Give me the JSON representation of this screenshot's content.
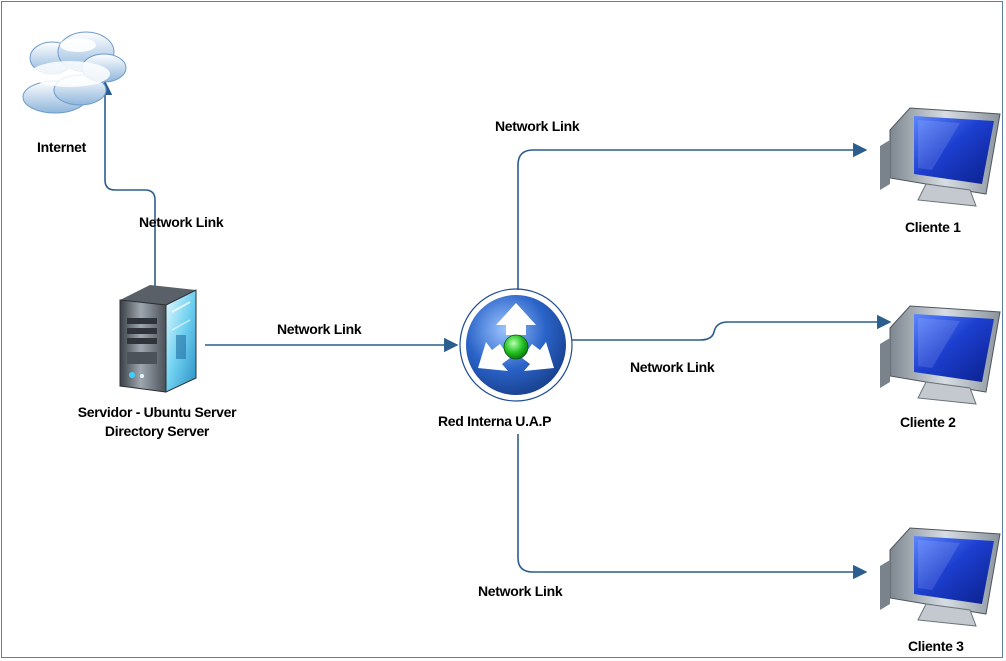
{
  "colors": {
    "frame": "#5b7fa8",
    "connector": "#2c5d8f",
    "monitor_screen": "#1d3fd0",
    "router_blue": "#2a63c8",
    "router_center": "#22c322"
  },
  "nodes": {
    "internet": {
      "label": "Internet",
      "icon": "cloud-icon"
    },
    "server": {
      "label_line1": "Servidor - Ubuntu Server",
      "label_line2": "Directory Server",
      "icon": "server-tower-icon"
    },
    "router": {
      "label": "Red Interna U.A.P",
      "icon": "router-icon"
    },
    "client1": {
      "label": "Cliente 1",
      "icon": "monitor-icon"
    },
    "client2": {
      "label": "Cliente 2",
      "icon": "monitor-icon"
    },
    "client3": {
      "label": "Cliente 3",
      "icon": "monitor-icon"
    }
  },
  "links": {
    "server_internet": "Network Link",
    "server_router": "Network Link",
    "router_client1": "Network Link",
    "router_client2": "Network Link",
    "router_client3": "Network Link"
  }
}
